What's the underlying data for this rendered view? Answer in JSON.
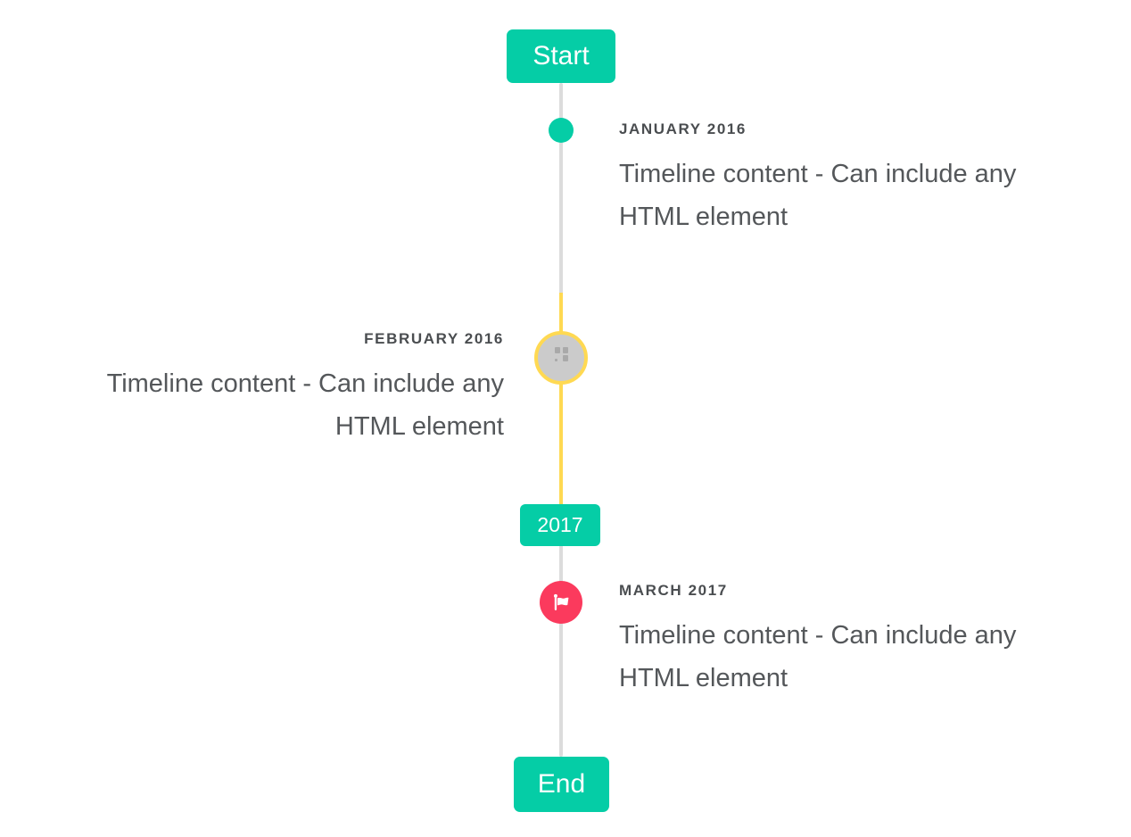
{
  "colors": {
    "accent_teal": "#05cda6",
    "highlight_yellow": "#ffd952",
    "marker_red": "#fb3a5d",
    "line_gray": "#dcdcdc",
    "marker_gray_fill": "#cbcbcb",
    "title_text": "#4a4d50",
    "body_text": "#54575a",
    "button_text": "#ffffff",
    "page_background": "#ffffff"
  },
  "timeline": {
    "start_button_label": "Start",
    "year_badge_label": "2017",
    "end_button_label": "End",
    "items": [
      {
        "title": "JANUARY 2016",
        "content": "Timeline content - Can include any HTML element",
        "side": "right",
        "marker": "teal-dot-icon"
      },
      {
        "title": "FEBRUARY 2016",
        "content": "Timeline content - Can include any HTML element",
        "side": "left",
        "marker": "broken-image-icon"
      },
      {
        "title": "MARCH 2017",
        "content": "Timeline content - Can include any HTML element",
        "side": "right",
        "marker": "flag-icon"
      }
    ]
  }
}
